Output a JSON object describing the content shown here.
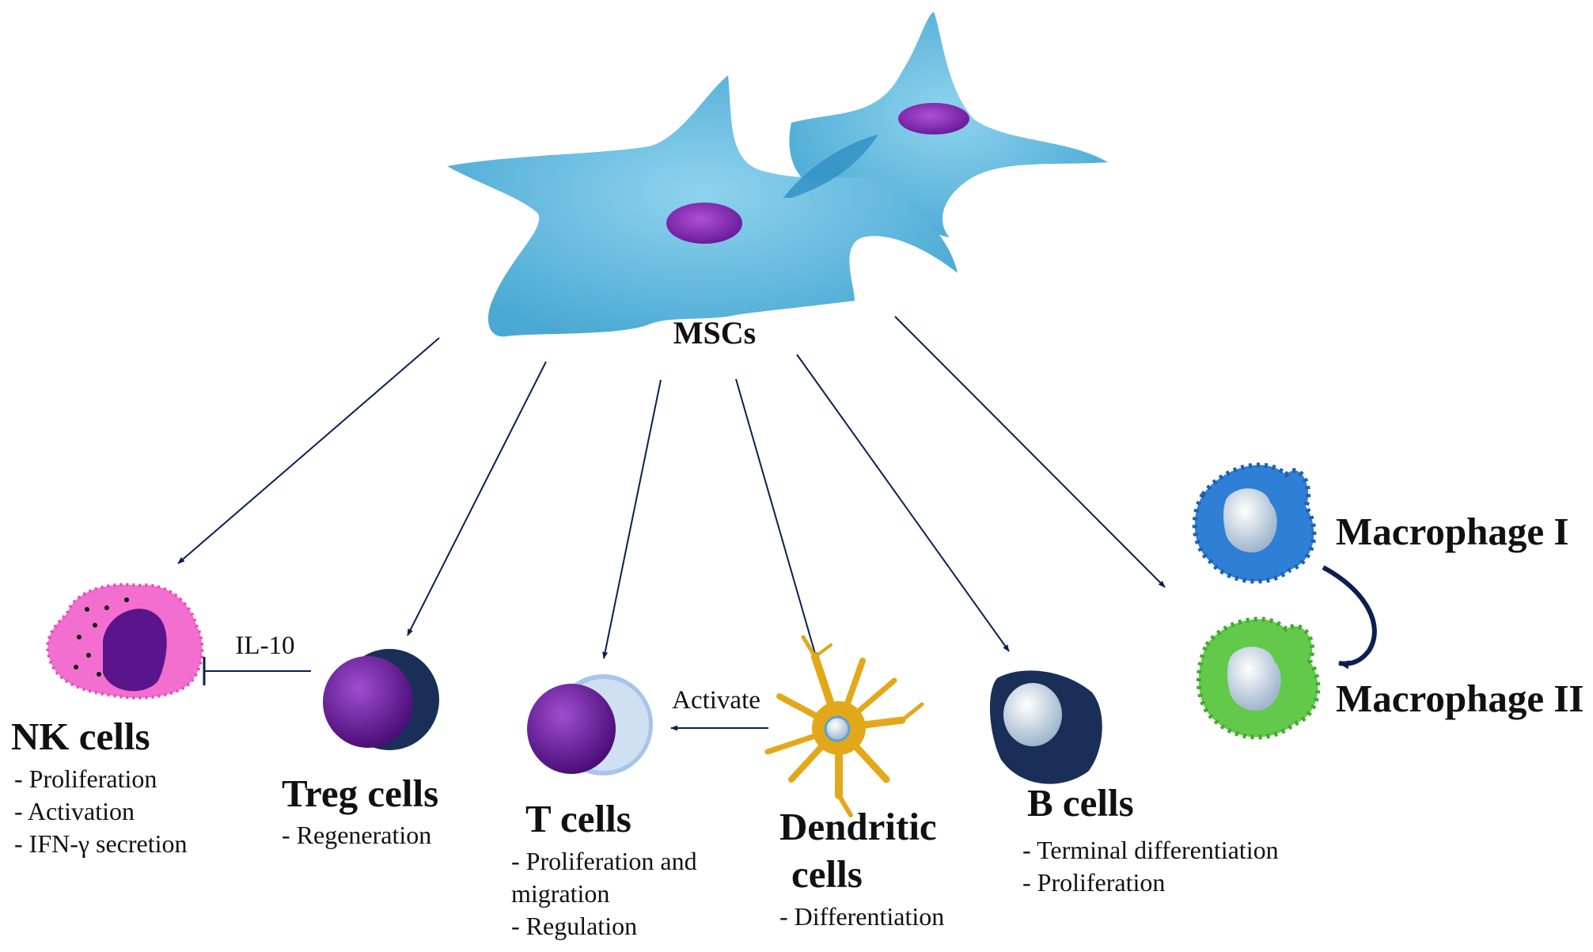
{
  "msc": {
    "label": "MSCs"
  },
  "nk": {
    "title": "NK cells",
    "effects": [
      "- Proliferation",
      "- Activation",
      "- IFN-γ secretion"
    ]
  },
  "treg": {
    "title": "Treg cells",
    "effects": [
      "- Regeneration"
    ]
  },
  "tcell": {
    "title": "T cells",
    "effects": [
      "- Proliferation and",
      "migration",
      "- Regulation"
    ]
  },
  "dendritic": {
    "title_line1": "Dendritic",
    "title_line2": "cells",
    "effects": [
      "- Differentiation"
    ]
  },
  "bcell": {
    "title": "B cells",
    "effects": [
      "- Terminal differentiation",
      "- Proliferation"
    ]
  },
  "macrophage": {
    "m1_label": "Macrophage I",
    "m2_label": "Macrophage II"
  },
  "edges": {
    "treg_to_nk": "IL-10",
    "dendritic_to_t": "Activate"
  },
  "colors": {
    "msc_body": "#6cbfe0",
    "msc_nucleus": "#8a2fb0",
    "arrow": "#0d1f4f",
    "nk_body": "#f36fcf",
    "cell_nucleus": "#6a1b9a",
    "cell_shell_dark": "#1a2f57",
    "dendritic": "#e3a81a",
    "macrophage_1": "#2f7fd6",
    "macrophage_2": "#63c94a"
  }
}
